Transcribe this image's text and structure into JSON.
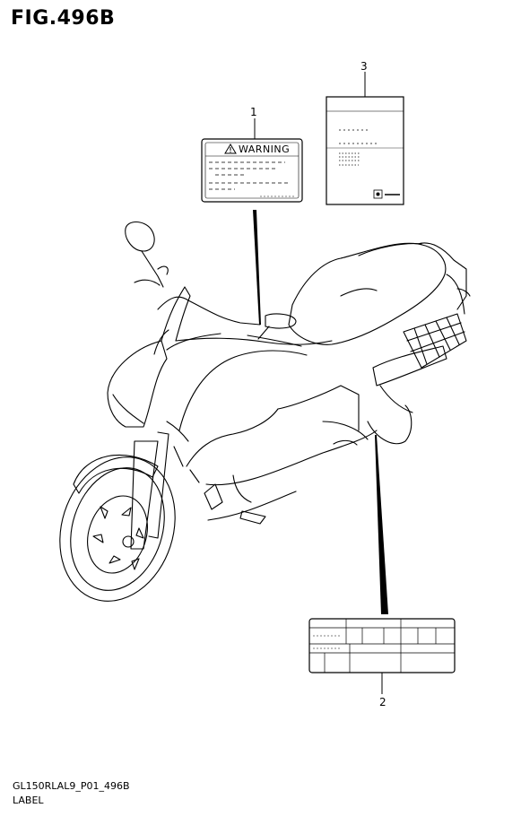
{
  "figure": {
    "title": "FIG.496B"
  },
  "callouts": {
    "label_1": "1",
    "label_2": "2",
    "label_3": "3"
  },
  "warning_label": {
    "heading": "WARNING"
  },
  "footer": {
    "code": "GL150RLAL9_P01_496B",
    "caption": "LABEL"
  }
}
